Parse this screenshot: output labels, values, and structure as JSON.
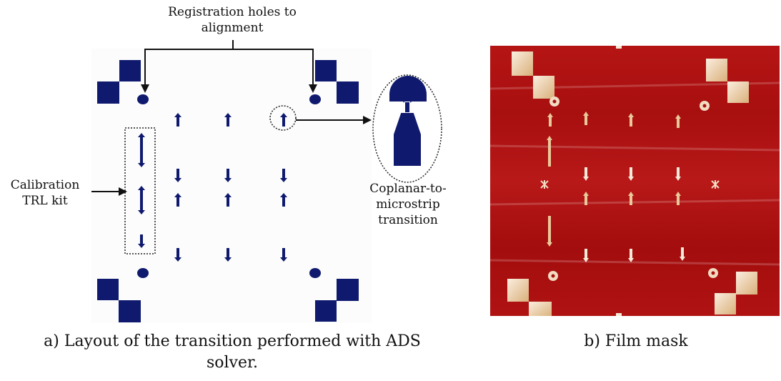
{
  "figure_a": {
    "callout_registration": "Registration holes to alignment",
    "callout_registration_line1": "Registration holes to",
    "callout_registration_line2": "alignment",
    "callout_calibration_line1": "Calibration",
    "callout_calibration_line2": "TRL kit",
    "callout_transition_line1": "Coplanar-to-",
    "callout_transition_line2": "microstrip",
    "callout_transition_line3": "transition",
    "caption_line1": "a) Layout of the transition performed with ADS",
    "caption_line2": "solver."
  },
  "figure_b": {
    "caption": "b) Film mask"
  },
  "colors": {
    "layout_background": "#fcfcfc",
    "layout_metal": "#0f1a6e",
    "mask_background": "#b01010",
    "mask_features": "#f1dcc2"
  }
}
